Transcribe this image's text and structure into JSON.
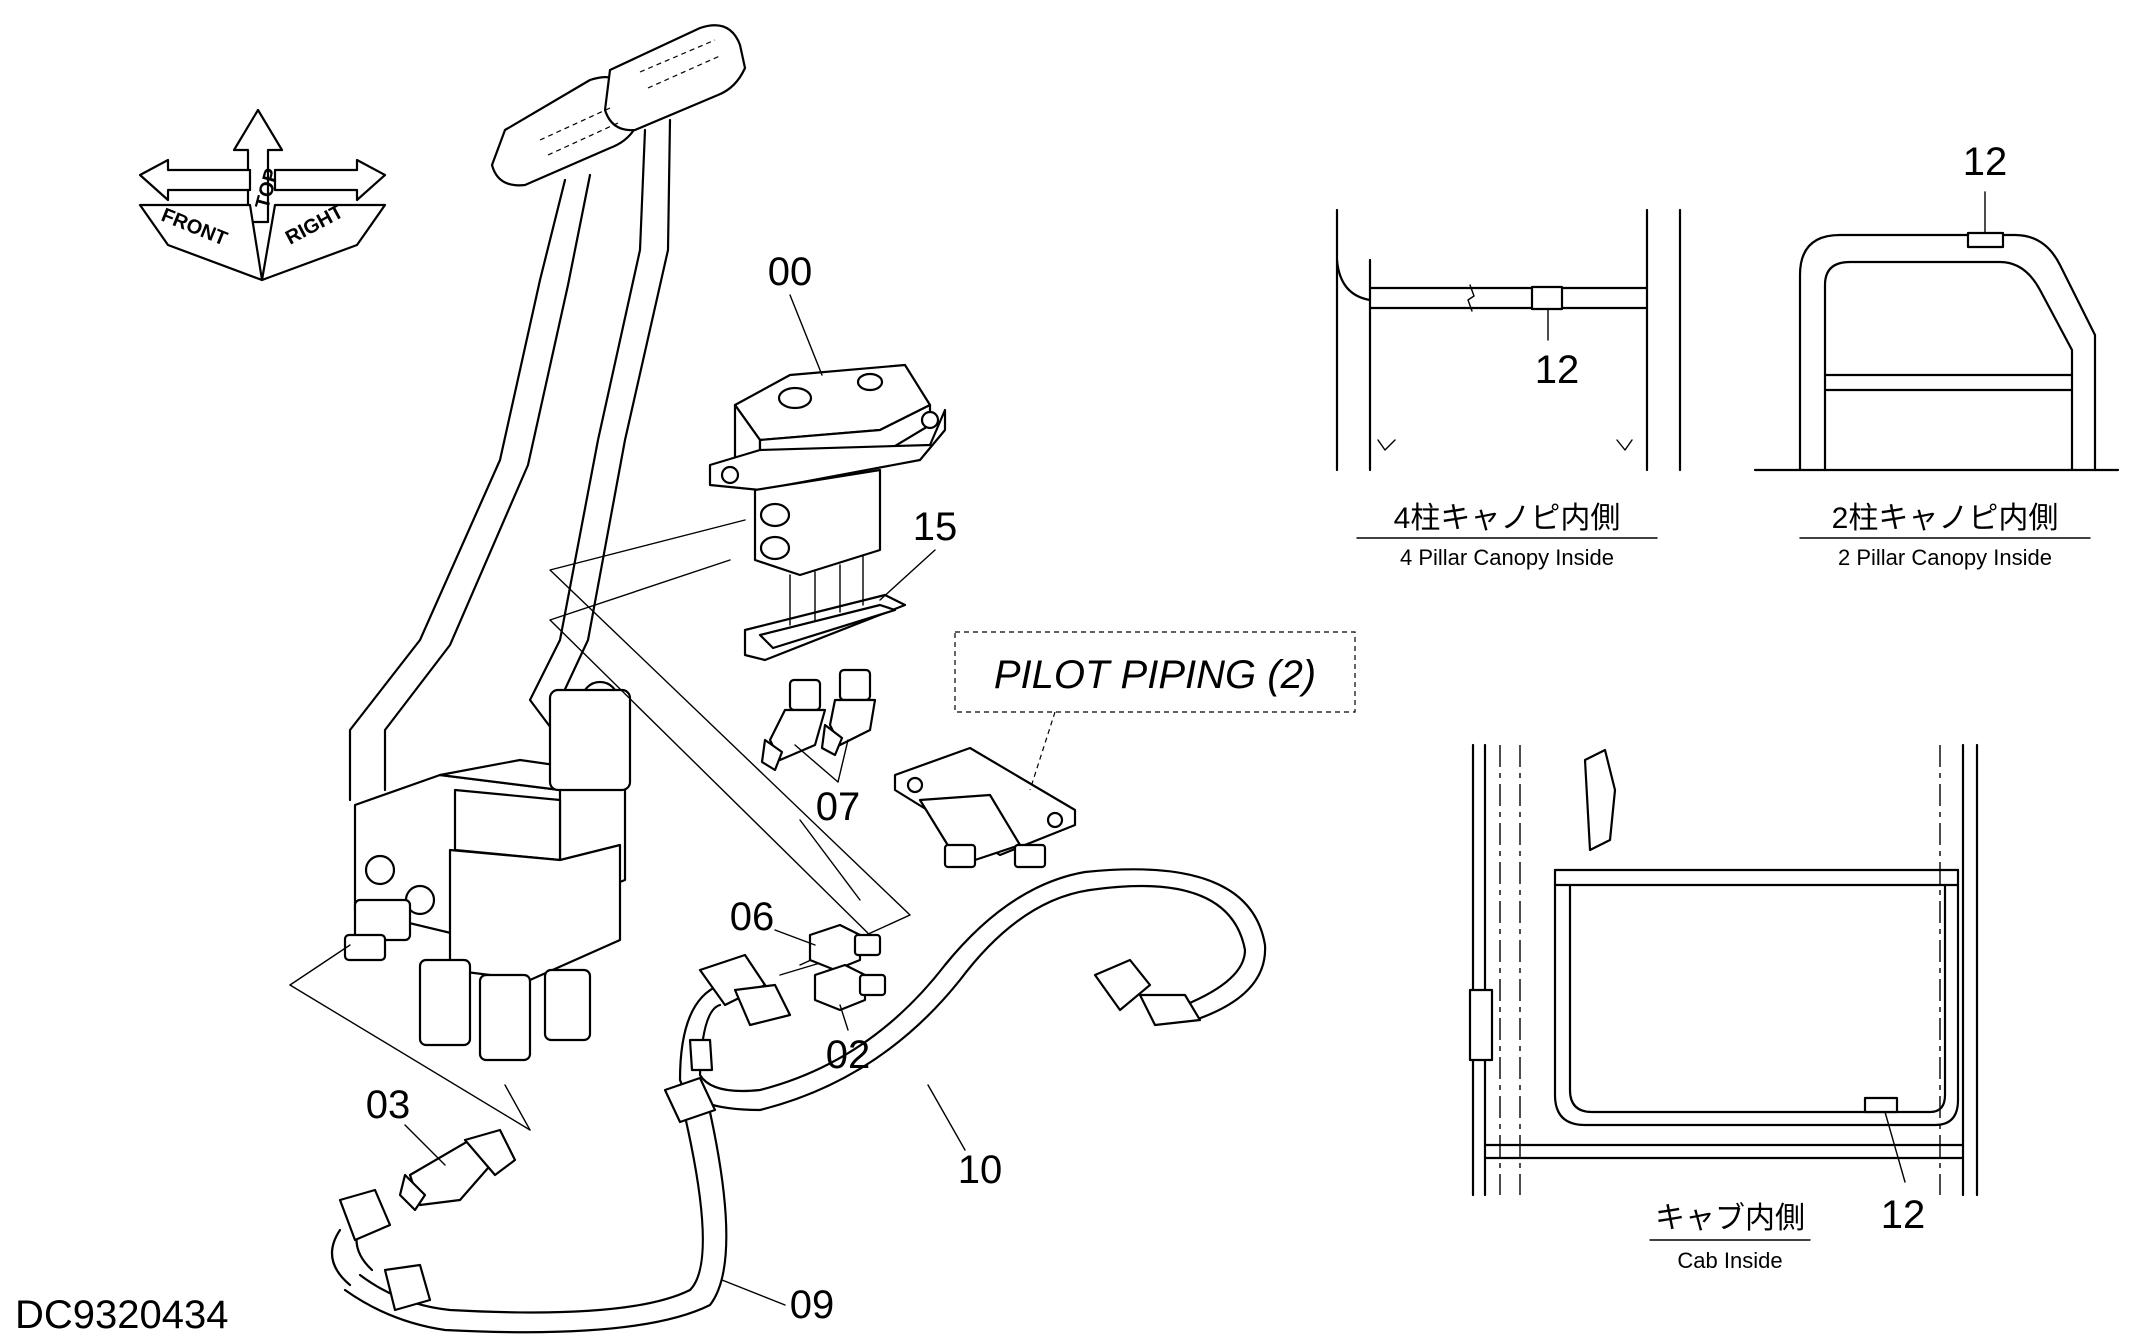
{
  "orientation": {
    "top": "TOP",
    "front": "FRONT",
    "right": "RIGHT"
  },
  "callouts": {
    "p00": "00",
    "p15": "15",
    "p07": "07",
    "p06": "06",
    "p02": "02",
    "p03": "03",
    "p10": "10",
    "p09": "09",
    "p12a": "12",
    "p12b": "12",
    "p12c": "12"
  },
  "reference_box": "PILOT PIPING (2)",
  "insets": {
    "four_pillar": {
      "jp": "4柱キャノピ内側",
      "en": "4 Pillar Canopy Inside"
    },
    "two_pillar": {
      "jp": "2柱キャノピ内側",
      "en": "2 Pillar Canopy Inside"
    },
    "cab": {
      "jp": "キャブ内側",
      "en": "Cab Inside"
    }
  },
  "drawing_id": "DC9320434"
}
